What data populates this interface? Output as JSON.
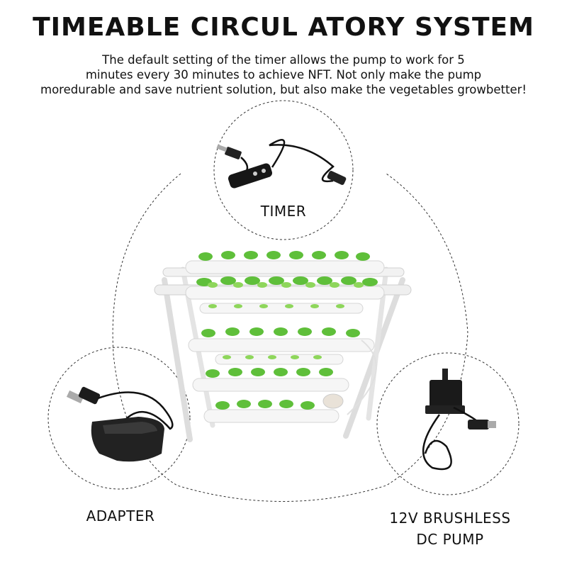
{
  "title": "TIMEABLE CIRCUL ATORY SYSTEM",
  "description": {
    "line1": "The default setting of the timer allows the pump to work for 5",
    "line2": "minutes every 30 minutes to achieve NFT. Not only make the pump",
    "line3": "moredurable and save nutrient solution, but also make the vegetables growbetter!"
  },
  "components": {
    "timer": "TIMER",
    "adapter": "ADAPTER",
    "pump_line1": "12V BRUSHLESS",
    "pump_line2": "DC PUMP"
  }
}
